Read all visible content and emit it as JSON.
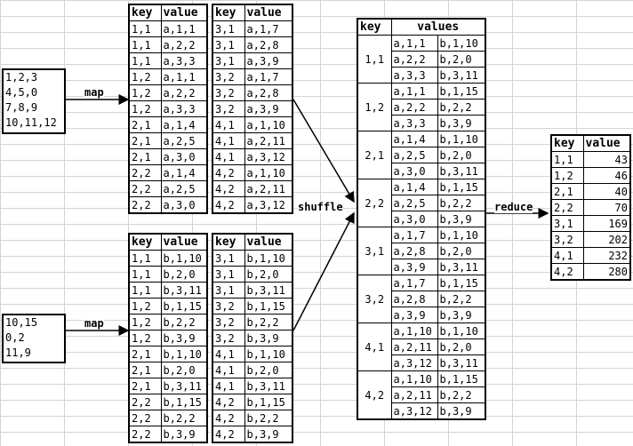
{
  "inputs": [
    {
      "lines": [
        "1,2,3",
        "4,5,0",
        "7,8,9",
        "10,11,12"
      ]
    },
    {
      "lines": [
        "10,15",
        "0,2",
        "11,9"
      ]
    }
  ],
  "labels": {
    "map": "map",
    "shuffle": "shuffle",
    "reduce": "reduce"
  },
  "headers": {
    "key": "key",
    "value": "value",
    "values": "values"
  },
  "map_outputs": [
    [
      [
        [
          "1,1",
          "a,1,1"
        ],
        [
          "1,1",
          "a,2,2"
        ],
        [
          "1,1",
          "a,3,3"
        ],
        [
          "1,2",
          "a,1,1"
        ],
        [
          "1,2",
          "a,2,2"
        ],
        [
          "1,2",
          "a,3,3"
        ],
        [
          "2,1",
          "a,1,4"
        ],
        [
          "2,1",
          "a,2,5"
        ],
        [
          "2,1",
          "a,3,0"
        ],
        [
          "2,2",
          "a,1,4"
        ],
        [
          "2,2",
          "a,2,5"
        ],
        [
          "2,2",
          "a,3,0"
        ]
      ],
      [
        [
          "3,1",
          "a,1,7"
        ],
        [
          "3,1",
          "a,2,8"
        ],
        [
          "3,1",
          "a,3,9"
        ],
        [
          "3,2",
          "a,1,7"
        ],
        [
          "3,2",
          "a,2,8"
        ],
        [
          "3,2",
          "a,3,9"
        ],
        [
          "4,1",
          "a,1,10"
        ],
        [
          "4,1",
          "a,2,11"
        ],
        [
          "4,1",
          "a,3,12"
        ],
        [
          "4,2",
          "a,1,10"
        ],
        [
          "4,2",
          "a,2,11"
        ],
        [
          "4,2",
          "a,3,12"
        ]
      ]
    ],
    [
      [
        [
          "1,1",
          "b,1,10"
        ],
        [
          "1,1",
          "b,2,0"
        ],
        [
          "1,1",
          "b,3,11"
        ],
        [
          "1,2",
          "b,1,15"
        ],
        [
          "1,2",
          "b,2,2"
        ],
        [
          "1,2",
          "b,3,9"
        ],
        [
          "2,1",
          "b,1,10"
        ],
        [
          "2,1",
          "b,2,0"
        ],
        [
          "2,1",
          "b,3,11"
        ],
        [
          "2,2",
          "b,1,15"
        ],
        [
          "2,2",
          "b,2,2"
        ],
        [
          "2,2",
          "b,3,9"
        ]
      ],
      [
        [
          "3,1",
          "b,1,10"
        ],
        [
          "3,1",
          "b,2,0"
        ],
        [
          "3,1",
          "b,3,11"
        ],
        [
          "3,2",
          "b,1,15"
        ],
        [
          "3,2",
          "b,2,2"
        ],
        [
          "3,2",
          "b,3,9"
        ],
        [
          "4,1",
          "b,1,10"
        ],
        [
          "4,1",
          "b,2,0"
        ],
        [
          "4,1",
          "b,3,11"
        ],
        [
          "4,2",
          "b,1,15"
        ],
        [
          "4,2",
          "b,2,2"
        ],
        [
          "4,2",
          "b,3,9"
        ]
      ]
    ]
  ],
  "shuffle_groups": [
    {
      "key": "1,1",
      "a": [
        "a,1,1",
        "a,2,2",
        "a,3,3"
      ],
      "b": [
        "b,1,10",
        "b,2,0",
        "b,3,11"
      ]
    },
    {
      "key": "1,2",
      "a": [
        "a,1,1",
        "a,2,2",
        "a,3,3"
      ],
      "b": [
        "b,1,15",
        "b,2,2",
        "b,3,9"
      ]
    },
    {
      "key": "2,1",
      "a": [
        "a,1,4",
        "a,2,5",
        "a,3,0"
      ],
      "b": [
        "b,1,10",
        "b,2,0",
        "b,3,11"
      ]
    },
    {
      "key": "2,2",
      "a": [
        "a,1,4",
        "a,2,5",
        "a,3,0"
      ],
      "b": [
        "b,1,15",
        "b,2,2",
        "b,3,9"
      ]
    },
    {
      "key": "3,1",
      "a": [
        "a,1,7",
        "a,2,8",
        "a,3,9"
      ],
      "b": [
        "b,1,10",
        "b,2,0",
        "b,3,11"
      ]
    },
    {
      "key": "3,2",
      "a": [
        "a,1,7",
        "a,2,8",
        "a,3,9"
      ],
      "b": [
        "b,1,15",
        "b,2,2",
        "b,3,9"
      ]
    },
    {
      "key": "4,1",
      "a": [
        "a,1,10",
        "a,2,11",
        "a,3,12"
      ],
      "b": [
        "b,1,10",
        "b,2,0",
        "b,3,11"
      ]
    },
    {
      "key": "4,2",
      "a": [
        "a,1,10",
        "a,2,11",
        "a,3,12"
      ],
      "b": [
        "b,1,15",
        "b,2,2",
        "b,3,9"
      ]
    }
  ],
  "reduce_output": [
    [
      "1,1",
      "43"
    ],
    [
      "1,2",
      "46"
    ],
    [
      "2,1",
      "40"
    ],
    [
      "2,2",
      "70"
    ],
    [
      "3,1",
      "169"
    ],
    [
      "3,2",
      "202"
    ],
    [
      "4,1",
      "232"
    ],
    [
      "4,2",
      "280"
    ]
  ]
}
